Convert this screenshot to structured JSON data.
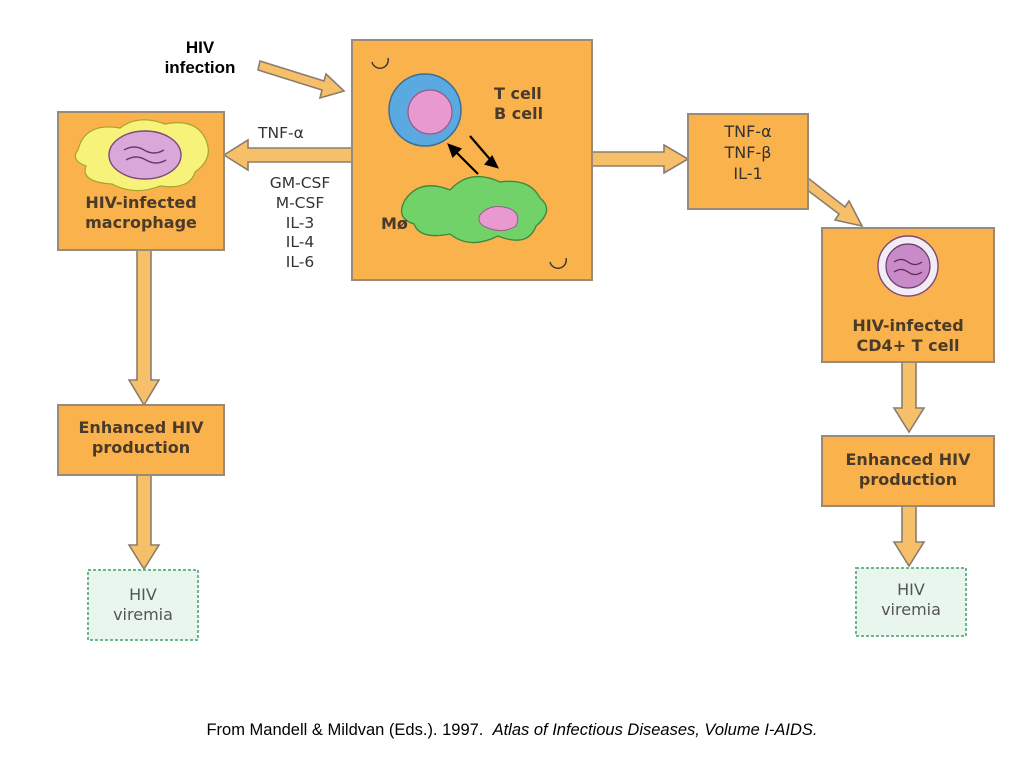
{
  "colors": {
    "box_fill": "#f9b24c",
    "box_border": "#9a8a7a",
    "arrow_fill": "#f6c06a",
    "arrow_stroke": "#8a7d6d",
    "cell_blue": "#5aa9e0",
    "cell_pink": "#e89ad0",
    "macrophage_green": "#72d26a",
    "macrophage_yellow": "#f6f27a",
    "viremia_fill": "#e8f6ee",
    "viremia_border": "#6ab98a"
  },
  "icons": [
    "t-cell-icon",
    "macrophage-icon",
    "infected-macrophage-icon",
    "infected-cd4-cell-icon",
    "cycle-arrow-icon"
  ],
  "hiv_infection": {
    "line1": "HIV",
    "line2": "infection"
  },
  "center_box": {
    "tcell": "T cell",
    "bcell": "B cell",
    "macrophage": "Mø"
  },
  "left_cytokine": "TNF-α",
  "left_cytokines_list": [
    "GM-CSF",
    "M-CSF",
    "IL-3",
    "IL-4",
    "IL-6"
  ],
  "left_branch": {
    "infected_line1": "HIV-infected",
    "infected_line2": "macrophage",
    "enhanced_line1": "Enhanced HIV",
    "enhanced_line2": "production",
    "viremia_line1": "HIV",
    "viremia_line2": "viremia"
  },
  "right_cytokines": [
    "TNF-α",
    "TNF-β",
    "IL-1"
  ],
  "right_branch": {
    "infected_line1": "HIV-infected",
    "infected_line2": "CD4+ T cell",
    "enhanced_line1": "Enhanced HIV",
    "enhanced_line2": "production",
    "viremia_line1": "HIV",
    "viremia_line2": "viremia"
  },
  "citation": {
    "prefix": "From Mandell & Mildvan (Eds.). 1997.",
    "title": "Atlas of Infectious Diseases, Volume I-AIDS."
  }
}
